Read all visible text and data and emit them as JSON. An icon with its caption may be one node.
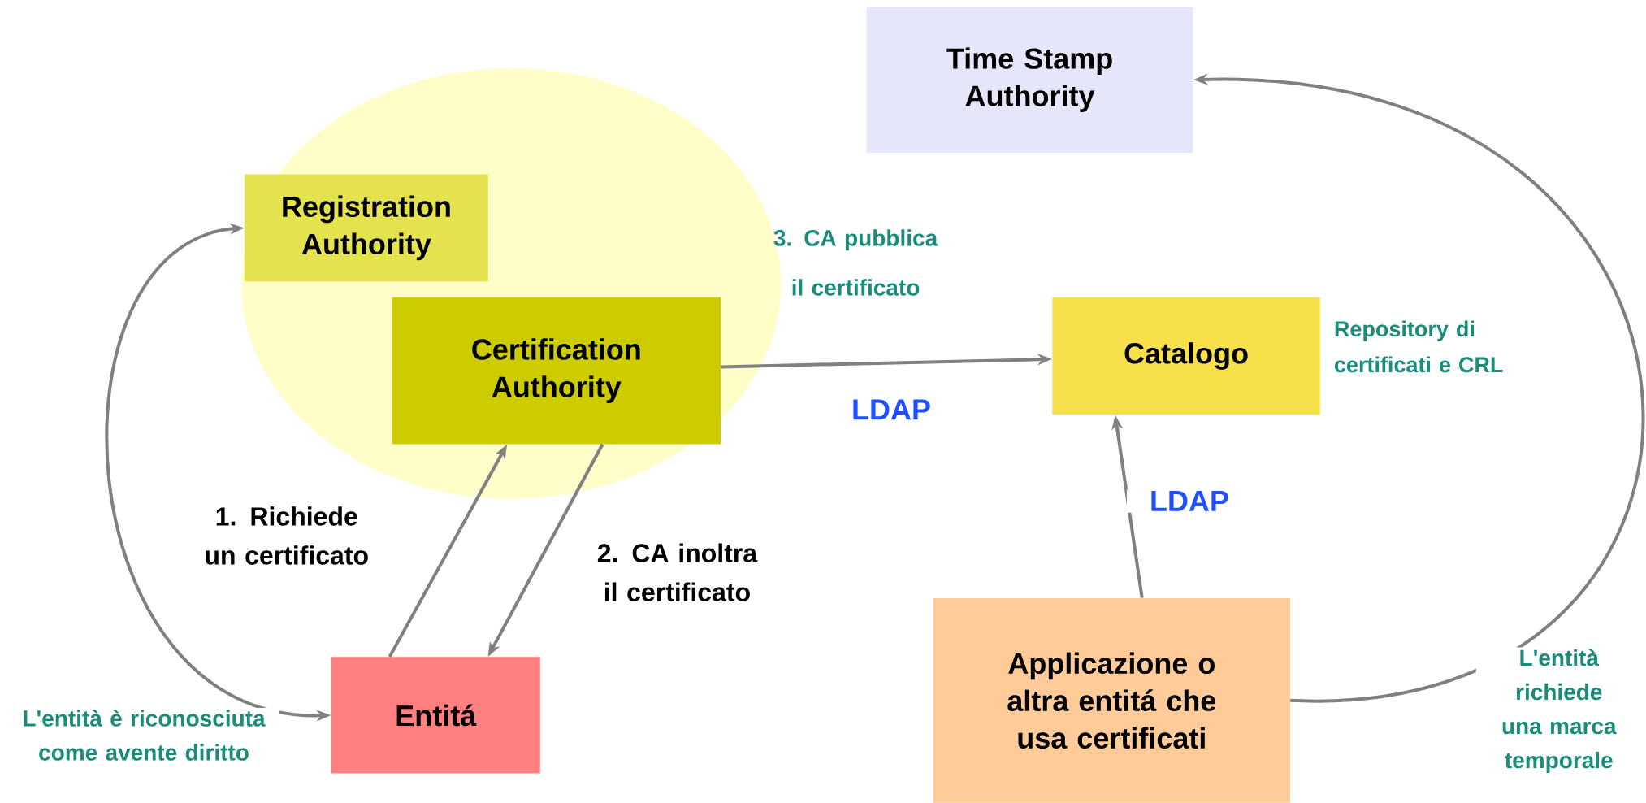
{
  "diagram": {
    "nodes": [
      {
        "text": [
          "Time Stamp Authority"
        ]
      },
      {
        "text": [
          "Registration Authority"
        ]
      },
      {
        "text": [
          "Certification Authority"
        ]
      },
      {
        "text": [
          "Catalogo"
        ],
        "beside": [
          "Repository di certificati e CRL"
        ]
      },
      {
        "text": [
          "Entitá"
        ]
      },
      {
        "text": [
          "Applicazione o altra entitá che usa certificati"
        ]
      }
    ],
    "edges": [
      {
        "from": 1,
        "to": 4,
        "arrow": "both",
        "label": "L'entità è riconosciuta come avente diritto"
      },
      {
        "from": 4,
        "to": 2,
        "arrow": "to",
        "label": "1. Richiede un certificato"
      },
      {
        "from": 2,
        "to": 4,
        "arrow": "to",
        "label": "2. CA inoltra il certificato"
      },
      {
        "from": 2,
        "to": 3,
        "arrow": "to",
        "label": "LDAP"
      },
      {
        "from": 5,
        "to": 3,
        "arrow": "to",
        "label": "LDAP"
      },
      {
        "from": 5,
        "to": 0,
        "arrow": "to",
        "label": "L'entità richiede una marca temporale"
      }
    ],
    "labels": [
      "3. CA pubblica il certificato"
    ]
  }
}
